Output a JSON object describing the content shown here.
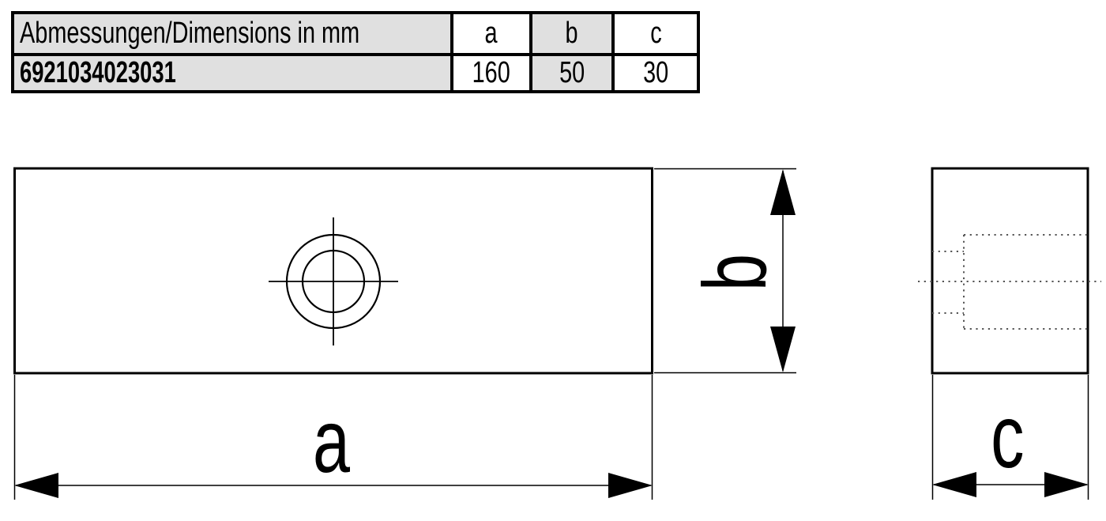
{
  "table": {
    "header_title": "Abmessungen/Dimensions in mm",
    "columns": [
      "a",
      "b",
      "c"
    ],
    "row": {
      "part_number": "6921034023031",
      "values": [
        "160",
        "50",
        "30"
      ]
    }
  },
  "drawing": {
    "front_view": {
      "dim_width_label": "a",
      "dim_height_label": "b"
    },
    "side_view": {
      "dim_depth_label": "c"
    }
  },
  "colors": {
    "cell_gray": "#e0e0e0",
    "line_black": "#000000",
    "hidden_line_gray": "#555555"
  }
}
